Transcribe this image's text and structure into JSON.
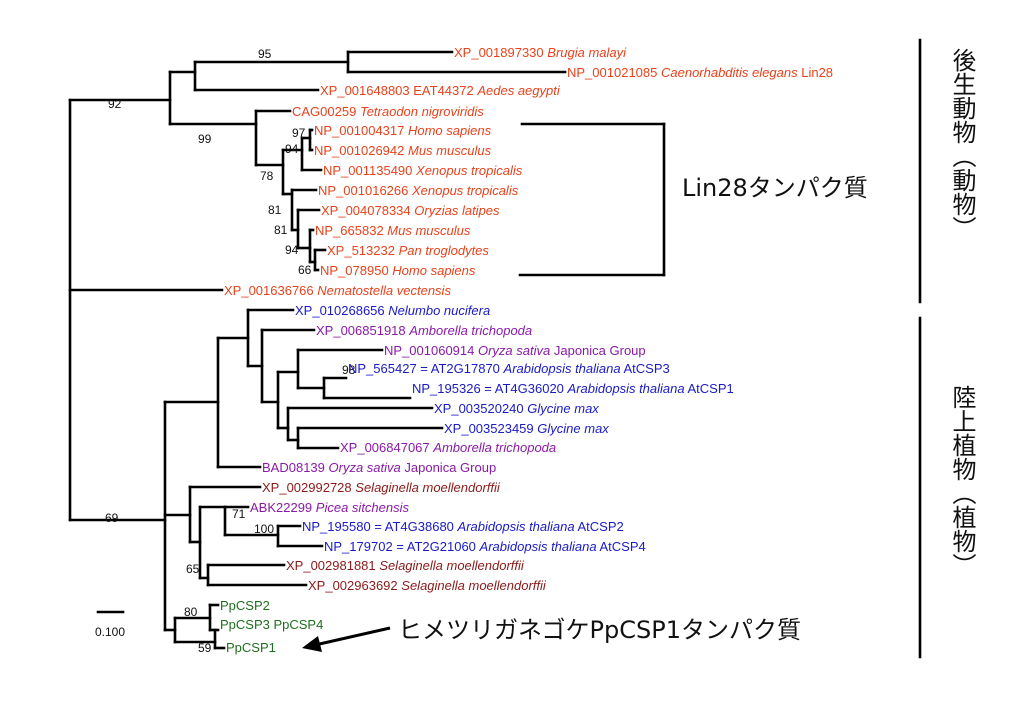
{
  "colors": {
    "animal": "#e8421c",
    "plant_blue": "#1a1ac8",
    "plant_purple": "#8a1aa8",
    "fern_red": "#8a1a1a",
    "moss_green": "#1f6e1f",
    "line": "#000000"
  },
  "leaves": [
    {
      "acc": "XP_001897330",
      "sp": "Brugia malayi",
      "extra": "",
      "group": "animal"
    },
    {
      "acc": "NP_001021085",
      "sp": "Caenorhabditis elegans",
      "extra": "Lin28",
      "group": "animal"
    },
    {
      "acc": "XP_001648803 EAT44372",
      "sp": "Aedes aegypti",
      "extra": "",
      "group": "animal"
    },
    {
      "acc": "CAG00259",
      "sp": "Tetraodon nigroviridis",
      "extra": "",
      "group": "animal"
    },
    {
      "acc": "NP_001004317",
      "sp": "Homo sapiens",
      "extra": "",
      "group": "animal"
    },
    {
      "acc": "NP_001026942",
      "sp": "Mus musculus",
      "extra": "",
      "group": "animal"
    },
    {
      "acc": "NP_001135490",
      "sp": "Xenopus tropicalis",
      "extra": "",
      "group": "animal"
    },
    {
      "acc": "NP_001016266",
      "sp": "Xenopus tropicalis",
      "extra": "",
      "group": "animal"
    },
    {
      "acc": "XP_004078334",
      "sp": "Oryzias latipes",
      "extra": "",
      "group": "animal"
    },
    {
      "acc": "NP_665832",
      "sp": "Mus musculus",
      "extra": "",
      "group": "animal"
    },
    {
      "acc": "XP_513232",
      "sp": "Pan troglodytes",
      "extra": "",
      "group": "animal"
    },
    {
      "acc": "NP_078950",
      "sp": "Homo sapiens",
      "extra": "",
      "group": "animal"
    },
    {
      "acc": "XP_001636766",
      "sp": "Nematostella vectensis",
      "extra": "",
      "group": "animal"
    },
    {
      "acc": "XP_010268656",
      "sp": "Nelumbo nucifera",
      "extra": "",
      "group": "plant_blue"
    },
    {
      "acc": "XP_006851918",
      "sp": "Amborella trichopoda",
      "extra": "",
      "group": "plant_purple"
    },
    {
      "acc": "NP_001060914",
      "sp": "Oryza sativa",
      "extra": "Japonica Group",
      "group": "plant_purple"
    },
    {
      "acc": "NP_565427 = AT2G17870",
      "sp": "Arabidopsis thaliana",
      "extra": "AtCSP3",
      "group": "plant_blue"
    },
    {
      "acc": "NP_195326 = AT4G36020",
      "sp": "Arabidopsis thaliana",
      "extra": "AtCSP1",
      "group": "plant_blue"
    },
    {
      "acc": "XP_003520240",
      "sp": "Glycine max",
      "extra": "",
      "group": "plant_blue"
    },
    {
      "acc": "XP_003523459",
      "sp": "Glycine max",
      "extra": "",
      "group": "plant_blue"
    },
    {
      "acc": "XP_006847067",
      "sp": "Amborella trichopoda",
      "extra": "",
      "group": "plant_purple"
    },
    {
      "acc": "BAD08139",
      "sp": "Oryza sativa",
      "extra": "Japonica Group",
      "group": "plant_purple"
    },
    {
      "acc": "XP_002992728",
      "sp": "Selaginella moellendorffii",
      "extra": "",
      "group": "fern_red"
    },
    {
      "acc": "ABK22299",
      "sp": "Picea sitchensis",
      "extra": "",
      "group": "plant_purple"
    },
    {
      "acc": "NP_195580 = AT4G38680",
      "sp": "Arabidopsis thaliana",
      "extra": "AtCSP2",
      "group": "plant_blue"
    },
    {
      "acc": "NP_179702 = AT2G21060",
      "sp": "Arabidopsis thaliana",
      "extra": "AtCSP4",
      "group": "plant_blue"
    },
    {
      "acc": "XP_002981881",
      "sp": "Selaginella moellendorffii",
      "extra": "",
      "group": "fern_red"
    },
    {
      "acc": "XP_002963692",
      "sp": "Selaginella moellendorffii",
      "extra": "",
      "group": "fern_red"
    },
    {
      "acc": "PpCSP2",
      "sp": "",
      "extra": "",
      "group": "moss_green"
    },
    {
      "acc": "PpCSP3 PpCSP4",
      "sp": "",
      "extra": "",
      "group": "moss_green"
    },
    {
      "acc": "PpCSP1",
      "sp": "",
      "extra": "",
      "group": "moss_green"
    }
  ],
  "bootstrap": [
    "95",
    "92",
    "99",
    "97",
    "94",
    "78",
    "81",
    "81",
    "94",
    "66",
    "98",
    "71",
    "100",
    "69",
    "65",
    "80",
    "59"
  ],
  "annotations": {
    "lin28": "Lin28タンパク質",
    "ppcsp1": "ヒメツリガネゴケPpCSP1タンパク質",
    "animals": "後生動物（動物）",
    "plants": "陸上植物（植物）"
  },
  "scale_bar": {
    "label": "0.100"
  }
}
